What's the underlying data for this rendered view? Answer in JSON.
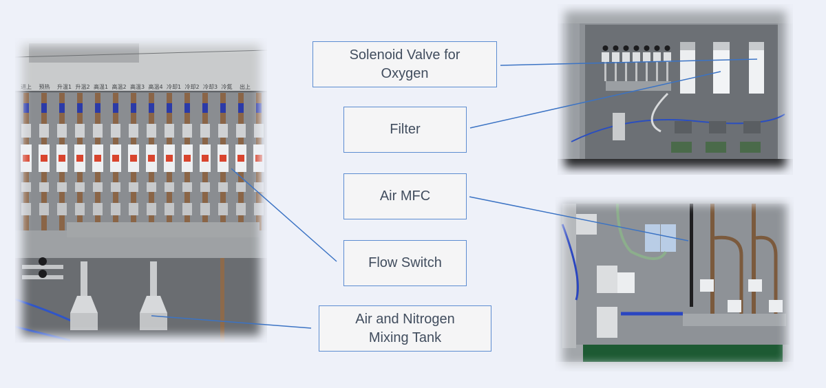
{
  "slide": {
    "title": "Gas control panel components",
    "photos": [
      {
        "id": "flow-switch-panel",
        "description": "Panel with row of flow switches, copper pipes and two mixing tanks"
      },
      {
        "id": "filter-cabinet",
        "description": "Cabinet with solenoid valves and cylindrical filters"
      },
      {
        "id": "mfc-cabinet",
        "description": "Cabinet with air MFCs, regulators and valves"
      }
    ],
    "callouts": [
      {
        "id": "solenoid",
        "label": "Solenoid Valve for\nOxygen"
      },
      {
        "id": "filter",
        "label": "Filter"
      },
      {
        "id": "air-mfc",
        "label": "Air MFC"
      },
      {
        "id": "flow-switch",
        "label": "Flow Switch"
      },
      {
        "id": "mixing-tank",
        "label": "Air and Nitrogen\nMixing Tank"
      }
    ],
    "panel_labels": [
      "进上",
      "预热",
      "升温1",
      "升温2",
      "高温1",
      "高温2",
      "高温3",
      "高温4",
      "冷却1",
      "冷却2",
      "冷却3",
      "冷氮",
      "出上"
    ]
  },
  "colors": {
    "background": "#eef1f9",
    "callout_border": "#5b8bd0",
    "callout_fill": "#f5f5f6",
    "callout_text": "#414d5e",
    "connector": "#3b73c4"
  }
}
